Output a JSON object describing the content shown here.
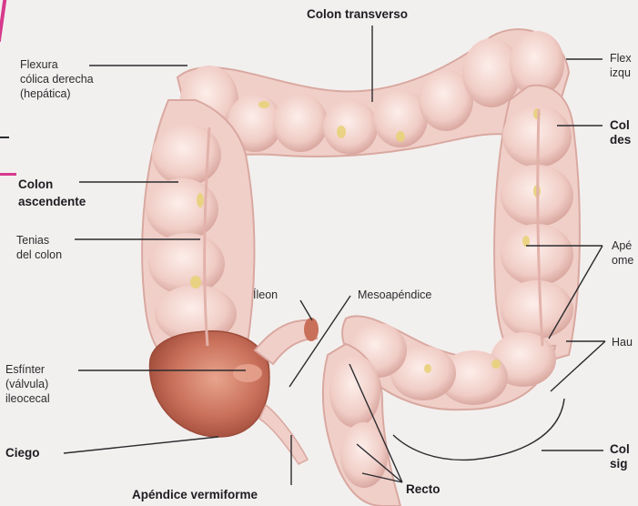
{
  "diagram": {
    "labels": {
      "colon_transverso": "Colon transverso",
      "flexura_derecha": [
        "Flexura",
        "cólica derecha",
        "(hepática)"
      ],
      "flexura_izquierda": [
        "Flex",
        "izqu"
      ],
      "colon_descendente": [
        "Col",
        "des"
      ],
      "colon_ascendente": [
        "Colon",
        "ascendente"
      ],
      "tenias": [
        "Tenias",
        "del colon"
      ],
      "apendices_omentales": [
        "Apé",
        "ome"
      ],
      "ileon": "Íleon",
      "mesoapendice": "Mesoapéndice",
      "haustras": "Hau",
      "esfinter": [
        "Esfínter",
        "(válvula)",
        "ileocecal"
      ],
      "colon_sigmoide": [
        "Col",
        "sig"
      ],
      "ciego": "Ciego",
      "apendice": "Apéndice vermiforme",
      "recto": "Recto"
    },
    "colors": {
      "background": "#f2f0ee",
      "colon_fill": "#f0cfc9",
      "colon_shade": "#d9a8a0",
      "haustra_light": "#fbe6e2",
      "cecum": "#c9705a",
      "fat_tags": "#e8d27a",
      "leader_line": "#2b2b2f",
      "accent_bar": "#d63a8c"
    }
  }
}
